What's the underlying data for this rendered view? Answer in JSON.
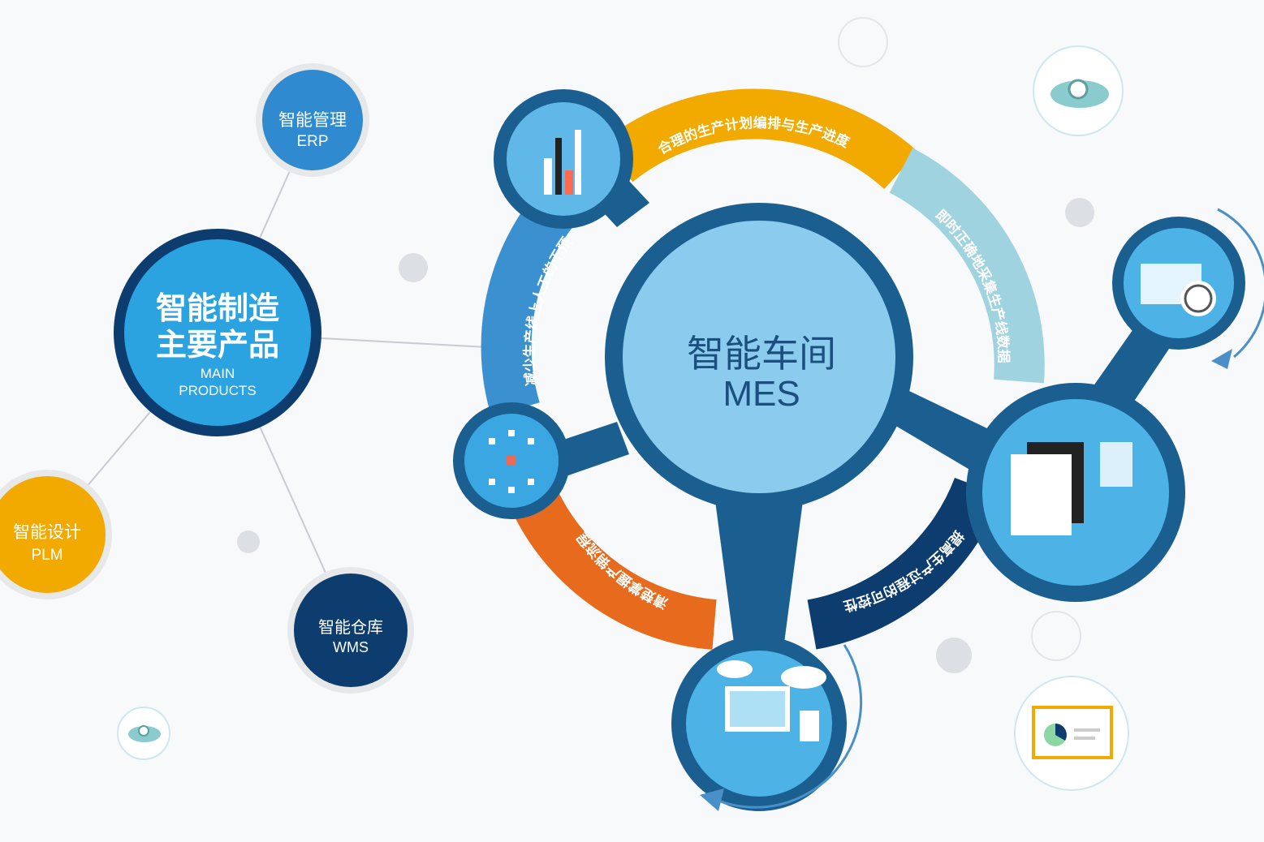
{
  "colors": {
    "navy": "#0d3c6e",
    "dark_blue": "#1b5f91",
    "mid_blue": "#2a8fd3",
    "sky_blue": "#8acbee",
    "light_teal": "#9fd3e0",
    "orange_yellow": "#f2a900",
    "orange": "#e86b1d",
    "gray_dot": "#dcdfe3"
  },
  "products": {
    "main": {
      "title_line1": "智能制造",
      "title_line2": "主要产品",
      "sub_line1": "MAIN",
      "sub_line2": "PRODUCTS"
    },
    "erp": {
      "line1": "智能管理",
      "line2": "ERP"
    },
    "plm": {
      "line1": "智能设计",
      "line2": "PLM"
    },
    "wms": {
      "line1": "智能仓库",
      "line2": "WMS"
    }
  },
  "mes": {
    "title": "智能车间",
    "subtitle": "MES",
    "segments": {
      "top": "合理的生产计划编排与生产进度",
      "right": "即时正确地采集生产线数据",
      "bottom_right": "提高生产过程的可控性",
      "bottom_left": "清楚掌握产销流程",
      "left": "减少生产线上人工的干预"
    }
  },
  "icons": {
    "bars": "bar-chart-icon",
    "network": "network-cube-icon",
    "monitor": "cloud-computer-icon",
    "gauge": "code-gauge-icon",
    "documents": "documents-data-icon",
    "cloud_search_top": "cloud-search-icon",
    "cloud_search_small": "cloud-search-icon",
    "report": "report-chart-icon"
  }
}
